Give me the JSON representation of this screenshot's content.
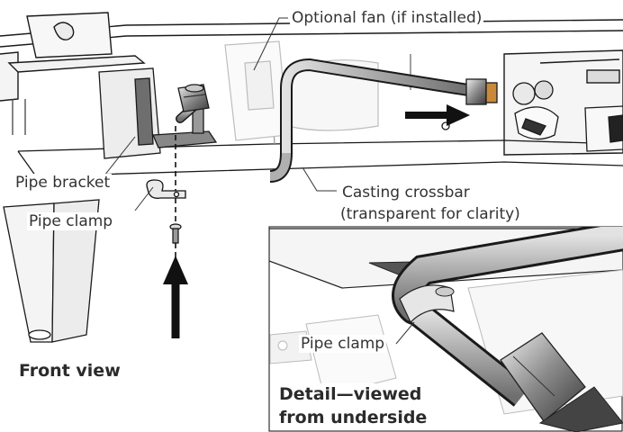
{
  "labels": {
    "optional_fan": "Optional fan (if installed)",
    "pipe_bracket": "Pipe bracket",
    "pipe_clamp": "Pipe clamp",
    "casting_crossbar": "Casting crossbar",
    "transparent_note": "(transparent for clarity)",
    "detail_pipe_clamp": "Pipe clamp",
    "front_view": "Front view",
    "detail_line1": "Detail—viewed",
    "detail_line2": "from underside"
  },
  "colors": {
    "line": "#1a1a1a",
    "pipe": "#9a9a9a",
    "pipe_highlight": "#d8d8d8",
    "bracket": "#6e6e6e",
    "fitting_brass": "#c88a3a",
    "label_text": "#333333"
  },
  "icons": {
    "screw_arrow": "arrow-up-icon",
    "slide_arrow": "arrow-right-icon",
    "screw": "screw-icon",
    "pipe_clamp": "pipe-clamp-icon"
  }
}
